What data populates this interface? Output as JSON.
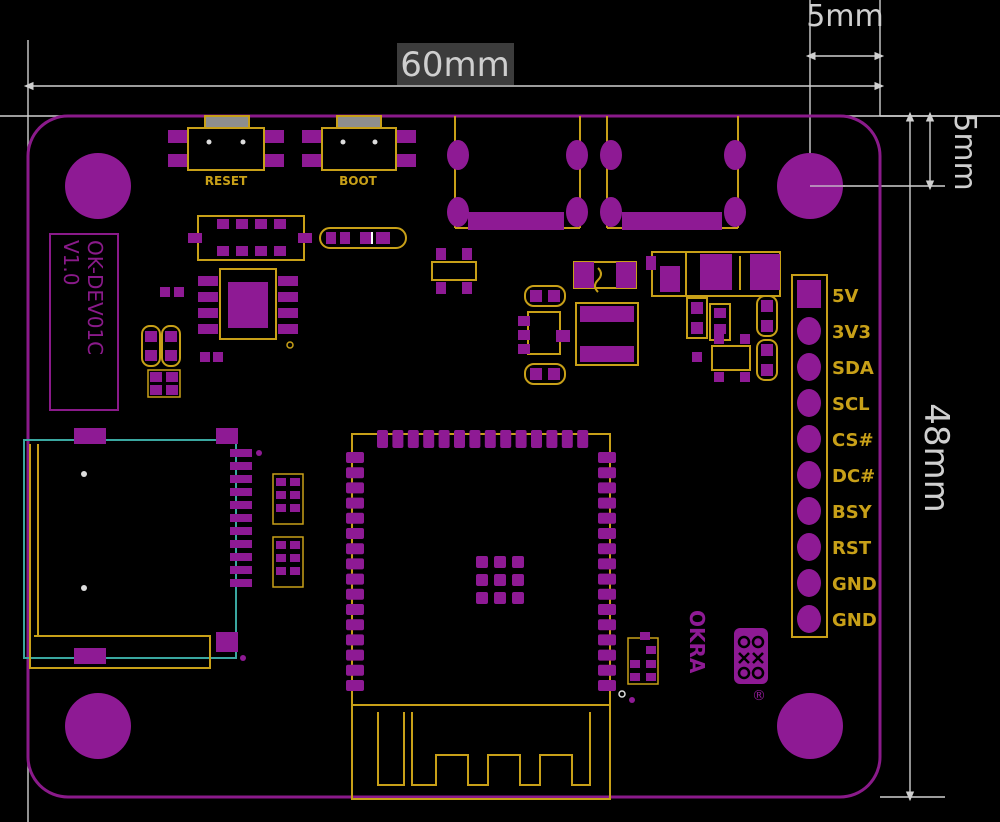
{
  "dimensions": {
    "width_label": "60mm",
    "height_label": "48mm",
    "hole_offset_x_label": "5mm",
    "hole_offset_y_label": "5mm"
  },
  "silkscreen": {
    "reset_label": "RESET",
    "boot_label": "BOOT",
    "board_name": "OK-DEV01C",
    "version": "V1.0",
    "brand": "OKRA",
    "registered_mark": "®"
  },
  "header_pins": [
    "5V",
    "3V3",
    "SDA",
    "SCL",
    "CS#",
    "DC#",
    "BSY",
    "RST",
    "GND",
    "GND"
  ],
  "colors": {
    "background": "#000000",
    "board_outline": "#8a1a8a",
    "pad": "#8e1a94",
    "silkscreen": "#c8a018",
    "dimension": "#cfcfcf",
    "outline_cyan": "#3aa7a0"
  }
}
